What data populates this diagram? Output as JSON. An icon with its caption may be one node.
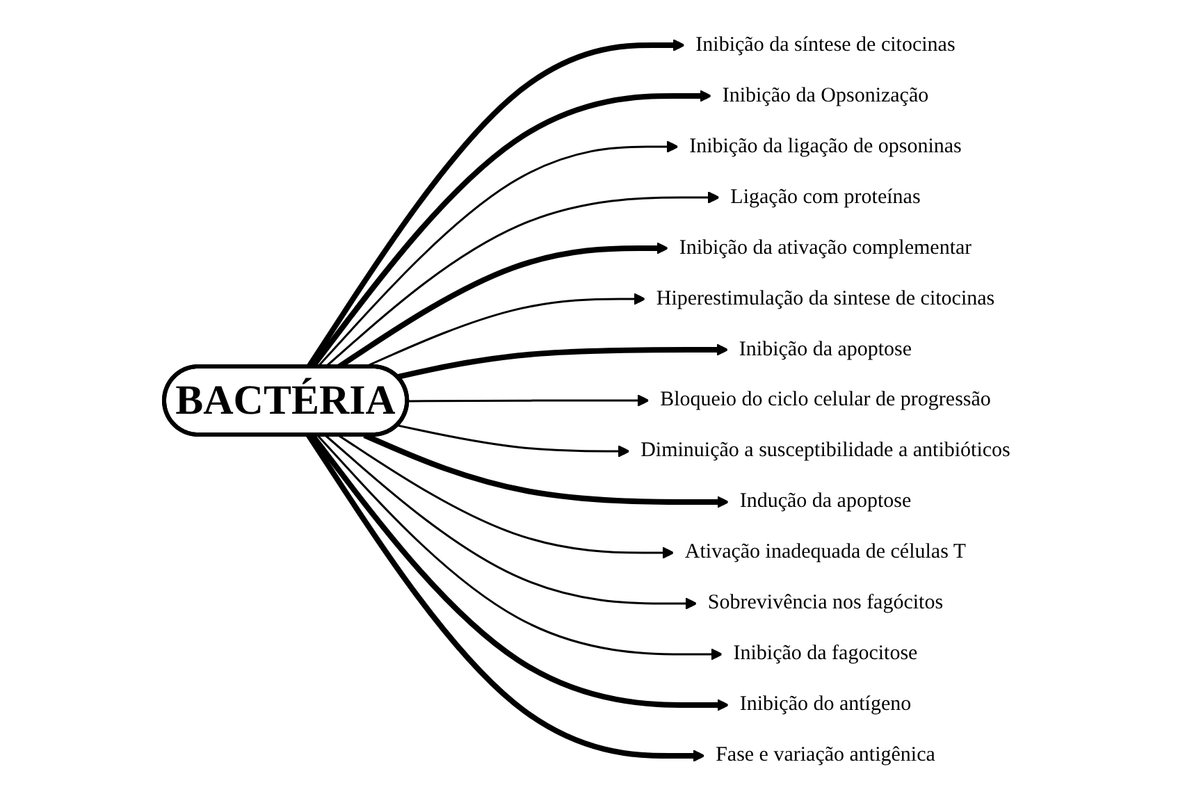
{
  "diagram": {
    "nodes": [
      {
        "text": [
          "BACTÉRIA"
        ]
      },
      {
        "text": [
          "Inibição da síntese de citocinas"
        ]
      },
      {
        "text": [
          "Inibição da Opsonização"
        ]
      },
      {
        "text": [
          "Inibição da ligação de opsoninas"
        ]
      },
      {
        "text": [
          "Ligação com proteínas"
        ]
      },
      {
        "text": [
          "Inibição da ativação complementar"
        ]
      },
      {
        "text": [
          "Hiperestimulação da sintese de citocinas"
        ]
      },
      {
        "text": [
          "Inibição da apoptose"
        ]
      },
      {
        "text": [
          "Bloqueio do ciclo celular de progressão"
        ]
      },
      {
        "text": [
          "Diminuição a susceptibilidade a antibióticos"
        ]
      },
      {
        "text": [
          "Indução da apoptose"
        ]
      },
      {
        "text": [
          "Ativação inadequada de células T"
        ]
      },
      {
        "text": [
          "Sobrevivência nos fagócitos"
        ]
      },
      {
        "text": [
          "Inibição da fagocitose"
        ]
      },
      {
        "text": [
          "Inibição do antígeno"
        ]
      },
      {
        "text": [
          "Fase e variação antigênica"
        ]
      }
    ],
    "edges": [
      {
        "from": 0,
        "to": 1,
        "arrow": "to",
        "style": "thick"
      },
      {
        "from": 0,
        "to": 2,
        "arrow": "to",
        "style": "thick"
      },
      {
        "from": 0,
        "to": 3,
        "arrow": "to"
      },
      {
        "from": 0,
        "to": 4,
        "arrow": "to"
      },
      {
        "from": 0,
        "to": 5,
        "arrow": "to",
        "style": "thick"
      },
      {
        "from": 0,
        "to": 6,
        "arrow": "to"
      },
      {
        "from": 0,
        "to": 7,
        "arrow": "to",
        "style": "thick"
      },
      {
        "from": 0,
        "to": 8,
        "arrow": "to"
      },
      {
        "from": 0,
        "to": 9,
        "arrow": "to"
      },
      {
        "from": 0,
        "to": 10,
        "arrow": "to",
        "style": "thick"
      },
      {
        "from": 0,
        "to": 11,
        "arrow": "to"
      },
      {
        "from": 0,
        "to": 12,
        "arrow": "to"
      },
      {
        "from": 0,
        "to": 13,
        "arrow": "to"
      },
      {
        "from": 0,
        "to": 14,
        "arrow": "to",
        "style": "thick"
      },
      {
        "from": 0,
        "to": 15,
        "arrow": "to",
        "style": "thick"
      }
    ]
  }
}
